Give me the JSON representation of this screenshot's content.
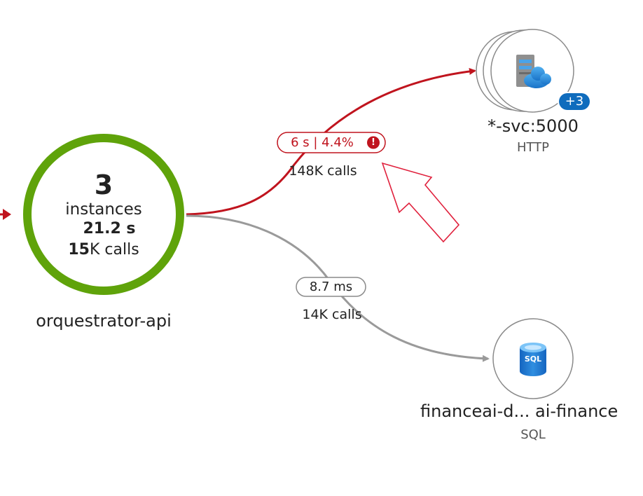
{
  "colors": {
    "error": "#c0141e",
    "neutral": "#9a9a9a",
    "healthy": "#5fa30a",
    "node_border": "#8a8a8a",
    "badge": "#0f6cbd",
    "text": "#222222",
    "subtext": "#555555"
  },
  "main_node": {
    "name": "orquestrator-api",
    "instance_count": "3",
    "instances_label": "instances",
    "duration": "21.2 s",
    "calls_num": "15",
    "calls_suffix": "K calls"
  },
  "http_node": {
    "name": "*-svc:5000",
    "type": "HTTP",
    "badge": "+3",
    "icon": "server-cloud-icon"
  },
  "sql_node": {
    "name": "financeai-d... ai-finance",
    "type": "SQL",
    "icon_text": "SQL",
    "icon": "sql-database-icon"
  },
  "http_edge": {
    "label": "6 s | 4.4%",
    "calls": "148K calls",
    "alert": "!"
  },
  "sql_edge": {
    "label": "8.7 ms",
    "calls": "14K calls"
  }
}
